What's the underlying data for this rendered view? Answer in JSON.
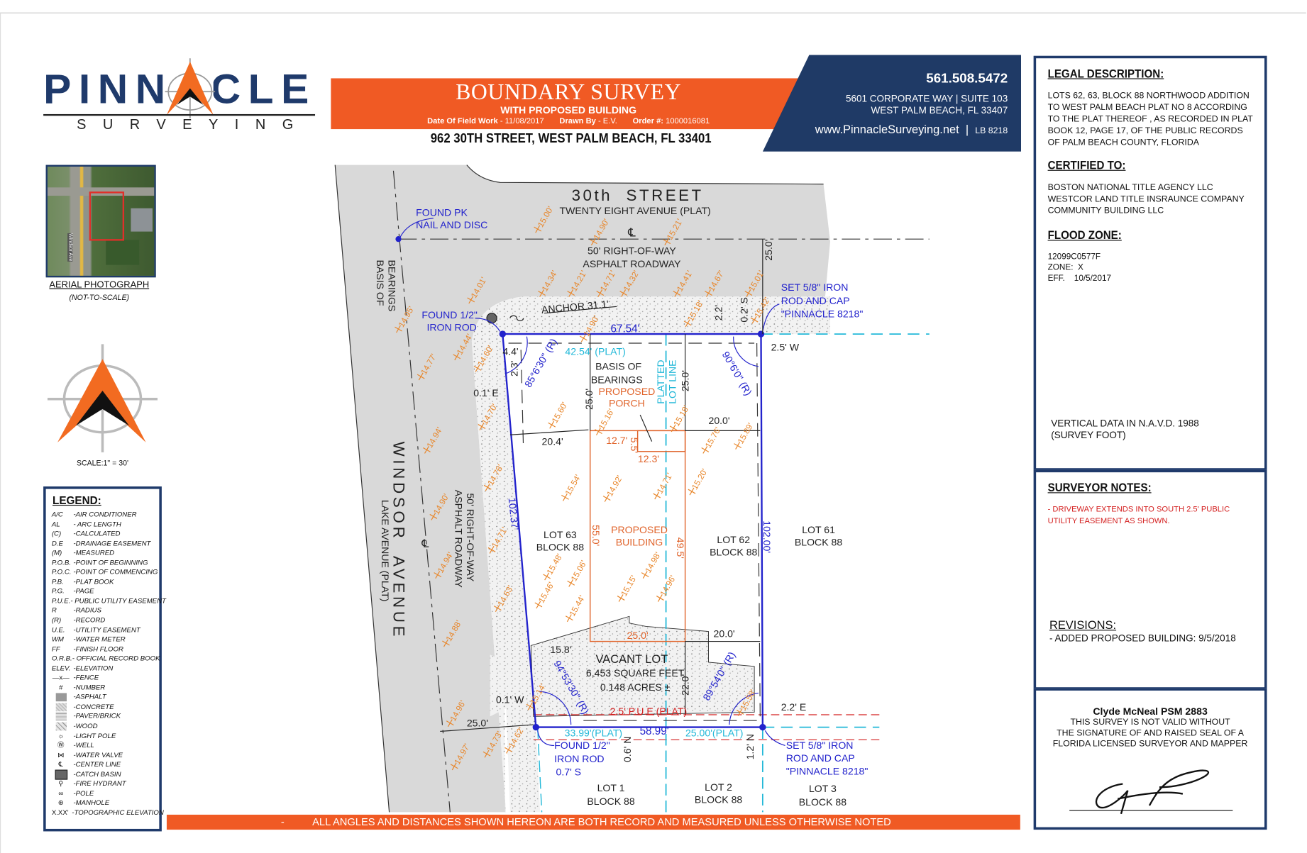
{
  "logo": {
    "name": "PINNACLE",
    "tagline": "SURVEYING"
  },
  "aerial": {
    "caption": "AERIAL PHOTOGRAPH",
    "note": "(NOT-TO-SCALE)",
    "street_label": "Windsor Ave"
  },
  "north_arrow": {
    "scale": "SCALE:1\" = 30'"
  },
  "legend": {
    "title": "LEGEND:",
    "items": [
      {
        "abbr": "A/C",
        "meaning": "-AIR CONDITIONER"
      },
      {
        "abbr": "AL",
        "meaning": "- ARC LENGTH"
      },
      {
        "abbr": "(C)",
        "meaning": "-CALCULATED"
      },
      {
        "abbr": "D.E",
        "meaning": "-DRAINAGE EASEMENT"
      },
      {
        "abbr": "(M)",
        "meaning": "-MEASURED"
      },
      {
        "abbr": "P.O.B.",
        "meaning": "-POINT OF BEGINNING"
      },
      {
        "abbr": "P.O.C.",
        "meaning": "-POINT OF COMMENCING"
      },
      {
        "abbr": "P.B.",
        "meaning": "-PLAT BOOK"
      },
      {
        "abbr": "P.G.",
        "meaning": "-PAGE"
      },
      {
        "abbr": "P.U.E.",
        "meaning": "- PUBLIC UTILITY EASEMENT"
      },
      {
        "abbr": "R",
        "meaning": "-RADIUS"
      },
      {
        "abbr": "(R)",
        "meaning": "-RECORD"
      },
      {
        "abbr": "U.E.",
        "meaning": "-UTILITY EASEMENT"
      },
      {
        "abbr": "WM",
        "meaning": "-WATER METER"
      },
      {
        "abbr": "FF",
        "meaning": "-FINISH FLOOR"
      },
      {
        "abbr": "O.R.B.",
        "meaning": "- OFFICIAL RECORD BOOK"
      },
      {
        "abbr": "ELEV.",
        "meaning": "-ELEVATION"
      },
      {
        "icon": "fence-icon",
        "symbol": "—x—",
        "meaning": "-FENCE"
      },
      {
        "icon": "number-icon",
        "symbol": "#",
        "meaning": "-NUMBER"
      },
      {
        "icon": "asphalt-swatch-icon",
        "meaning": "-ASPHALT"
      },
      {
        "icon": "concrete-swatch-icon",
        "meaning": "-CONCRETE"
      },
      {
        "icon": "paver-swatch-icon",
        "meaning": "-PAVER/BRICK"
      },
      {
        "icon": "wood-swatch-icon",
        "meaning": "-WOOD"
      },
      {
        "icon": "light-pole-icon",
        "symbol": "☼",
        "meaning": "-LIGHT POLE"
      },
      {
        "icon": "well-icon",
        "symbol": "Ⓦ",
        "meaning": "-WELL"
      },
      {
        "icon": "water-valve-icon",
        "symbol": "⋈",
        "meaning": "-WATER VALVE"
      },
      {
        "icon": "center-line-icon",
        "symbol": "℄",
        "meaning": "-CENTER LINE"
      },
      {
        "icon": "catch-basin-icon",
        "meaning": "-CATCH BASIN"
      },
      {
        "icon": "fire-hydrant-icon",
        "symbol": "⚲",
        "meaning": "-FIRE HYDRANT"
      },
      {
        "icon": "pole-icon",
        "symbol": "∞",
        "meaning": "-POLE"
      },
      {
        "icon": "manhole-icon",
        "symbol": "⊛",
        "meaning": "-MANHOLE"
      },
      {
        "icon": "topo-elevation-icon",
        "symbol": "X.XX'",
        "meaning": "-TOPOGRAPHIC ELEVATION"
      }
    ]
  },
  "header": {
    "title": "BOUNDARY SURVEY",
    "subtitle": "WITH PROPOSED BUILDING",
    "field_work_label": "Date Of Field Work",
    "field_work_date": "- 11/08/2017",
    "drawn_by_label": "Drawn By",
    "drawn_by": "- E.V.",
    "order_label": "Order #:",
    "order_number": "1000016081",
    "address": "962 30TH STREET, WEST PALM BEACH, FL 33401"
  },
  "company": {
    "phone": "561.508.5472",
    "address_line1": "5601 CORPORATE WAY | SUITE 103",
    "address_line2": "WEST PALM BEACH, FL 33407",
    "website": "www.PinnacleSurveying.net",
    "license": "LB 8218"
  },
  "legal": {
    "title": "LEGAL DESCRIPTION:",
    "text": "LOTS 62, 63, BLOCK 88 NORTHWOOD ADDITION TO WEST PALM BEACH PLAT NO 8 ACCORDING TO THE PLAT THEREOF , AS RECORDED IN PLAT BOOK 12, PAGE 17, OF THE PUBLIC RECORDS OF PALM BEACH COUNTY, FLORIDA"
  },
  "certified": {
    "title": "CERTIFIED TO:",
    "parties": [
      "BOSTON NATIONAL TITLE AGENCY LLC",
      "WESTCOR LAND TITLE INSRAUNCE COMPANY",
      "COMMUNITY BUILDING LLC"
    ]
  },
  "flood": {
    "title": "FLOOD ZONE:",
    "panel": "12099C0577F",
    "zone": "ZONE:  X",
    "eff": "EFF.    10/5/2017"
  },
  "vertical_datum": {
    "line1": "VERTICAL DATA IN N.A.V.D. 1988",
    "line2": "(SURVEY FOOT)"
  },
  "notes": {
    "title": "SURVEYOR NOTES:",
    "text": "- DRIVEWAY EXTENDS INTO SOUTH 2.5' PUBLIC UTILITY EASEMENT AS  SHOWN."
  },
  "revisions": {
    "title": "REVISIONS:",
    "items": [
      "- ADDED PROPOSED BUILDING: 9/5/2018"
    ]
  },
  "certification": {
    "surveyor": "Clyde McNeal PSM 2883",
    "line1": "THIS SURVEY IS NOT VALID WITHOUT",
    "line2": "THE SIGNATURE OF AND RAISED SEAL OF A",
    "line3": "FLORIDA LICENSED SURVEYOR AND MAPPER"
  },
  "footer": {
    "dash": "-",
    "text": "ALL ANGLES AND DISTANCES SHOWN HEREON ARE BOTH RECORD AND MEASURED UNLESS OTHERWISE NOTED"
  },
  "colors": {
    "brand_orange": "#f05a24",
    "brand_navy": "#1f3a6b",
    "elevation": "#e8862a",
    "monument_blue": "#1a1ad0",
    "plat_cyan": "#22b8d8",
    "pue_red": "#d42020"
  },
  "drawing": {
    "street": "30th  STREET",
    "street_plat": "TWENTY EIGHT AVENUE (PLAT)",
    "street_row": "50' RIGHT-OF-WAY",
    "street_surface": "ASPHALT ROADWAY",
    "cl": "℄",
    "avenue": "WINDSOR  AVENUE",
    "avenue_plat": "LAKE AVENUE (PLAT)",
    "avenue_row": "50' RIGHT-OF-WAY",
    "avenue_surface": "ASPHALT ROADWAY",
    "basis1": "BASIS OF",
    "basis2": "BEARINGS",
    "found_pk1": "FOUND PK",
    "found_pk2": "NAIL AND DISC",
    "found_rod1": "FOUND 1/2\"",
    "found_rod2": "IRON ROD",
    "found_rod_s3": "0.7' S",
    "set_rod1": "SET 5/8\" IRON",
    "set_rod2": "ROD AND CAP",
    "set_rod3": "\"PINNACLE 8218\"",
    "anchor": "ANCHOR 31.1'",
    "north_dist": "67.54'",
    "north_plat": "42.54' (PLAT)",
    "south_dist": "58.99'",
    "south_plat_w": "33.99'(PLAT)",
    "south_plat_e": "25.00'(PLAT)",
    "west_dist": "102.37'",
    "east_dist": "102.00'",
    "platted1": "PLATTED",
    "platted2": "LOT LINE",
    "porch1": "PROPOSED",
    "porch2": "PORCH",
    "bldg1": "PROPOSED",
    "bldg2": "BUILDING",
    "vacant": "VACANT LOT",
    "area_sf": "6,453 SQUARE FEET",
    "area_ac": "0.148 ACRES ±",
    "pue": "2.5' P.U.E (PLAT)",
    "ang_nw": "85°6'30\"",
    "ang_ne": "90°6'0\"",
    "ang_sw": "94°53'30\"",
    "ang_se": "89°54'0\"",
    "rec": "(R)",
    "d_25a": "25.0'",
    "d_25b": "25.0'",
    "d_25c": "25.0'",
    "d_25d": "25.0'",
    "d_25e": "25.0'",
    "d_22": "2.2'",
    "d_02s": "0.2' S",
    "d_25w": "2.5' W",
    "d_44": "4.4'",
    "d_23": "2.3'",
    "d_01e": "0.1' E",
    "d_204": "20.4'",
    "d_200a": "20.0'",
    "d_200b": "20.0'",
    "d_127": "12.7'",
    "d_55": "5.5'",
    "d_123": "12.3'",
    "d_550": "55.0'",
    "d_495": "49.5'",
    "d_158": "15.8'",
    "d_220": "22.0'",
    "d_01w": "0.1' W",
    "d_22e": "2.2' E",
    "d_06n": "0.6' N",
    "d_12n": "1.2' N",
    "lots": [
      {
        "lot": "LOT 63",
        "block": "BLOCK 88"
      },
      {
        "lot": "LOT 62",
        "block": "BLOCK 88"
      },
      {
        "lot": "LOT 61",
        "block": "BLOCK 88"
      },
      {
        "lot": "LOT 1",
        "block": "BLOCK 88"
      },
      {
        "lot": "LOT 2",
        "block": "BLOCK 88"
      },
      {
        "lot": "LOT 3",
        "block": "BLOCK 88"
      }
    ],
    "elevations": [
      "15.00'",
      "14.90'",
      "15.21'",
      "14.34'",
      "14.21'",
      "14.71'",
      "14.32'",
      "14.41'",
      "14.67'",
      "15.01'",
      "14.01'",
      "14.95'",
      "14.90'",
      "15.18'",
      "15.42'",
      "14.44'",
      "14.60'",
      "14.77'",
      "14.70'",
      "15.60'",
      "15.16'",
      "15.18'",
      "15.76'",
      "15.89'",
      "14.94'",
      "14.78'",
      "15.54'",
      "14.92'",
      "14.71'",
      "15.20'",
      "14.90'",
      "14.71'",
      "14.98'",
      "15.48'",
      "15.06'",
      "14.94'",
      "15.46'",
      "15.15'",
      "14.96'",
      "14.63'",
      "15.44'",
      "14.88'",
      "15.14'",
      "15.58'",
      "14.96'",
      "14.73'",
      "14.62'",
      "14.97'"
    ]
  }
}
